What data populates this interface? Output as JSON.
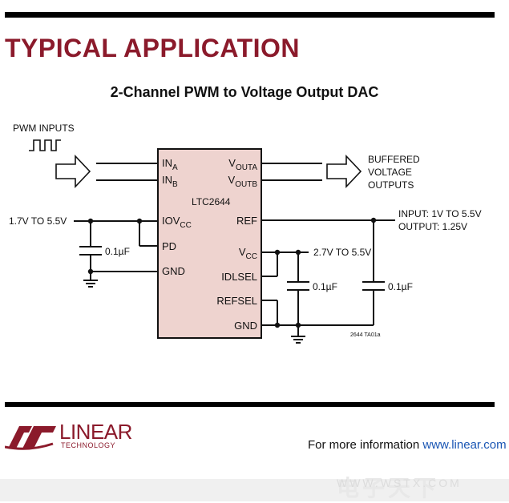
{
  "heading": "TYPICAL APPLICATION",
  "subtitle": "2-Channel PWM to Voltage Output DAC",
  "chip": {
    "name": "LTC2644",
    "pins_left": {
      "ina_base": "IN",
      "ina_sub": "A",
      "inb_base": "IN",
      "inb_sub": "B",
      "iovcc_base": "IOV",
      "iovcc_sub": "CC",
      "pd": "PD",
      "gnd": "GND"
    },
    "pins_right": {
      "vouta_base": "V",
      "vouta_sub": "OUTA",
      "voutb_base": "V",
      "voutb_sub": "OUTB",
      "ref": "REF",
      "vcc_base": "V",
      "vcc_sub": "CC",
      "idlsel": "IDLSEL",
      "refsel": "REFSEL",
      "gnd": "GND"
    }
  },
  "labels": {
    "pwm_inputs": "PWM INPUTS",
    "buffered_1": "BUFFERED",
    "buffered_2": "VOLTAGE",
    "buffered_3": "OUTPUTS",
    "iovcc_range": "1.7V TO 5.5V",
    "cap_left": "0.1µF",
    "vcc_range": "2.7V TO 5.5V",
    "cap_mid": "0.1µF",
    "cap_right": "0.1µF",
    "ref_input": "INPUT: 1V TO 5.5V",
    "ref_output": "OUTPUT: 1.25V",
    "figure_code": "2644 TA01a"
  },
  "footer": {
    "logo_main": "LINEAR",
    "logo_sub": "TECHNOLOGY",
    "text": "For more information ",
    "link": "www.linear.com"
  },
  "watermark": {
    "text": "电子天下",
    "url": "WWW.WSTX.COM"
  },
  "colors": {
    "brand": "#8b1a2b",
    "chip_fill": "#eed3cf",
    "link": "#1a56b4"
  }
}
